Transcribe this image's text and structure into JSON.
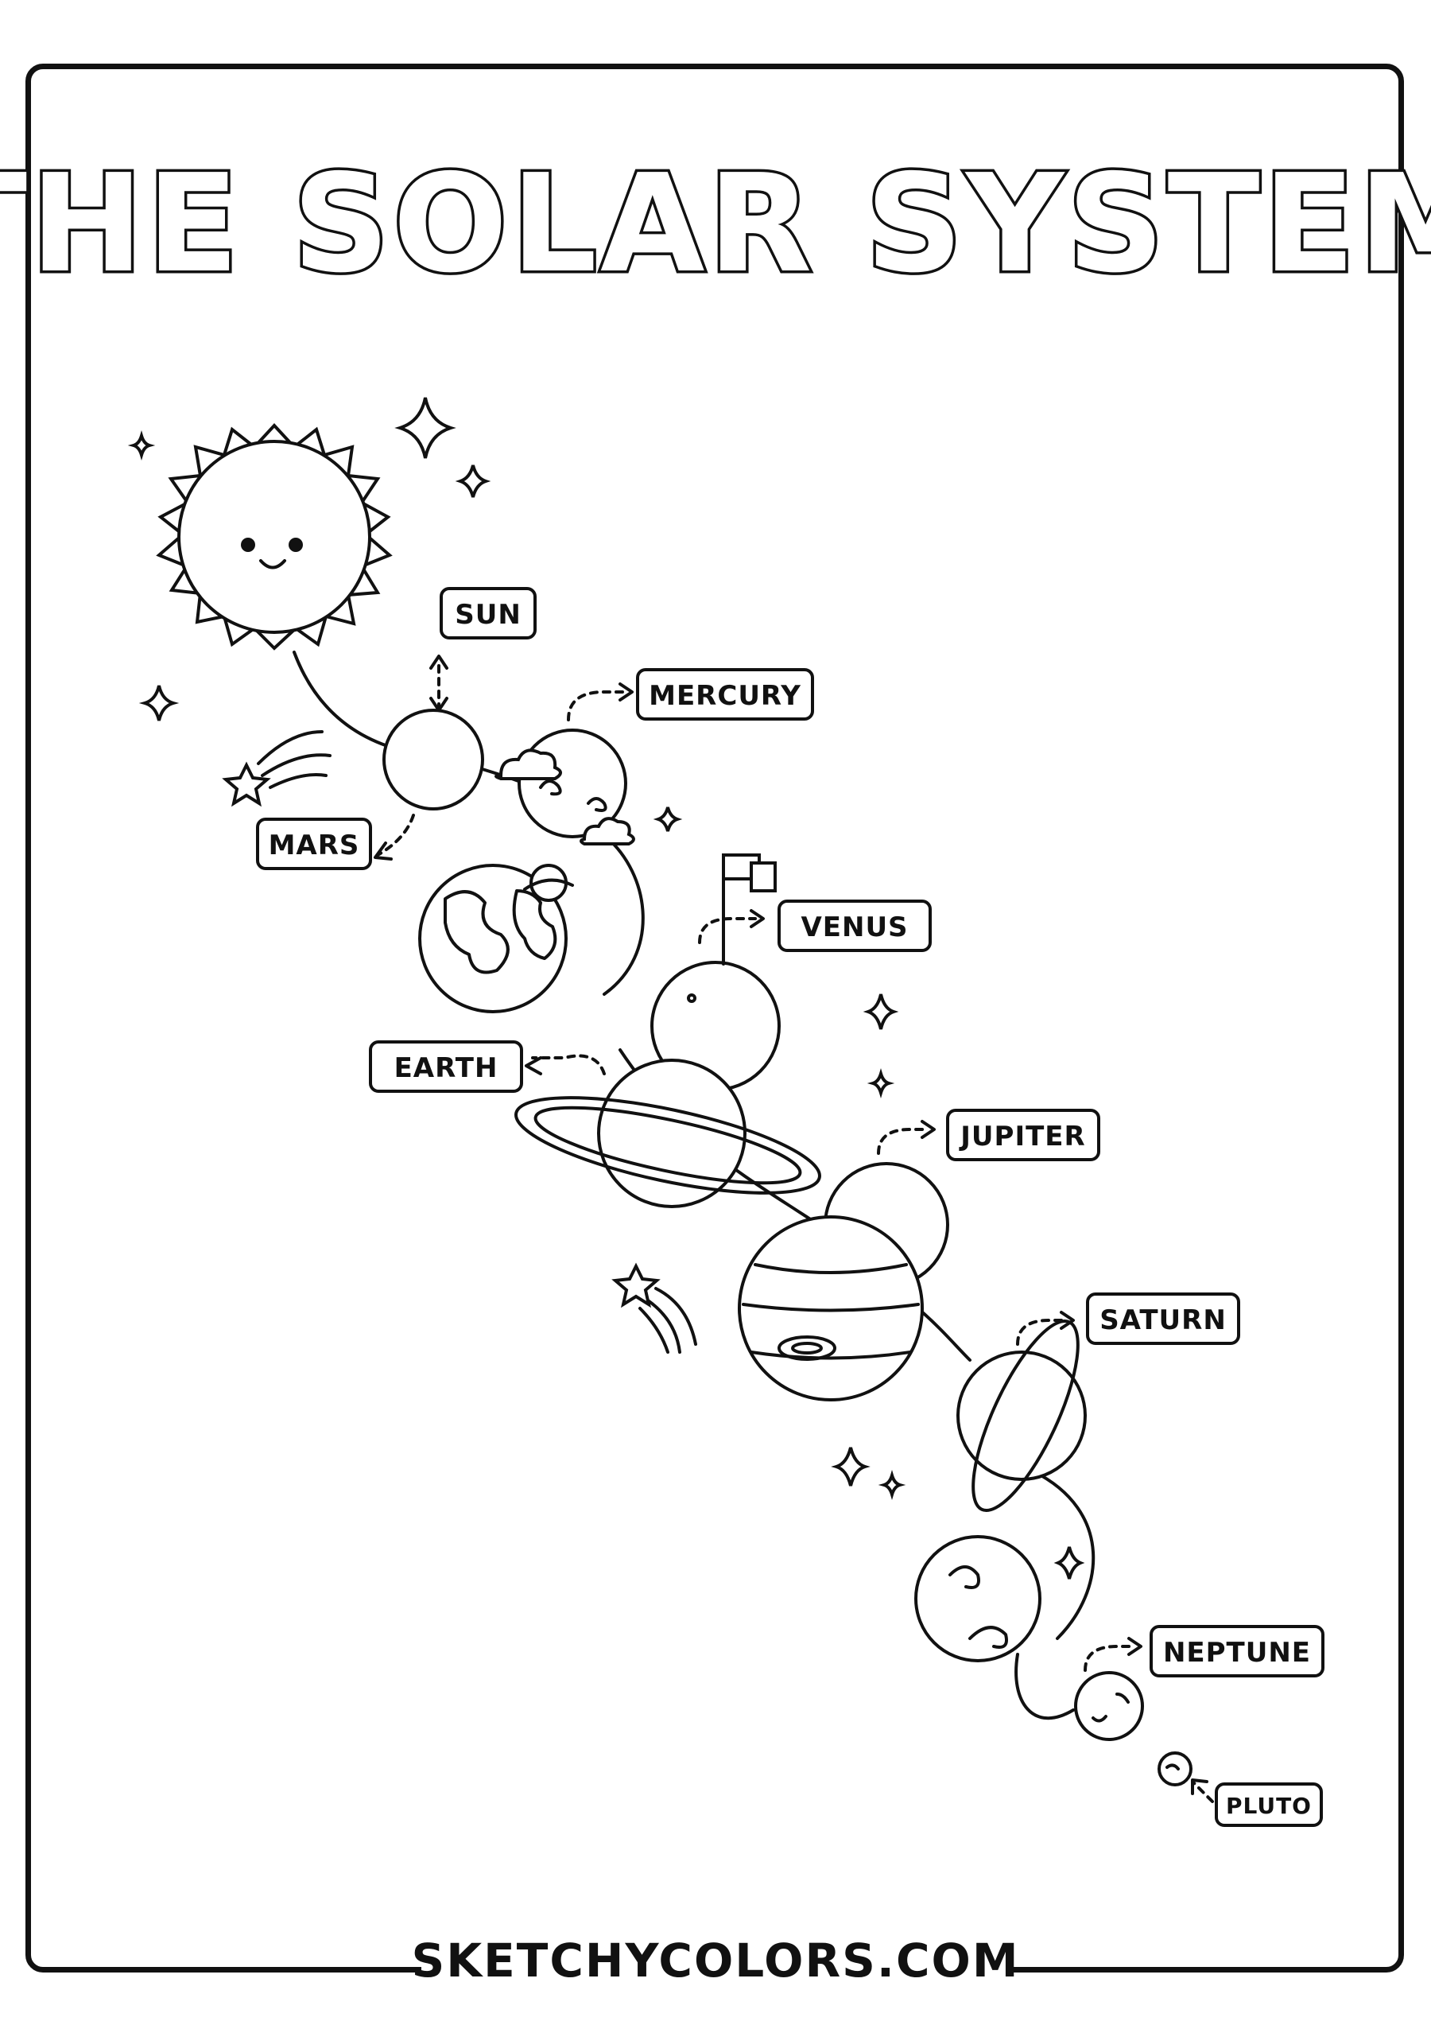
{
  "title": "THE SOLAR SYSTEM",
  "footer": "SKETCHYCOLORS.COM",
  "labels": {
    "sun": "SUN",
    "mercury": "MERCURY",
    "mars": "MARS",
    "venus": "VENUS",
    "earth": "EARTH",
    "jupiter": "JUPITER",
    "saturn": "SATURN",
    "neptune": "NEPTUNE",
    "pluto": "PLUTO"
  },
  "icons": [
    "sun-icon",
    "planet-icon",
    "star-sparkle-icon",
    "shooting-star-icon",
    "flag-icon",
    "cloud-icon",
    "arrow-icon"
  ],
  "colors": {
    "ink": "#111111",
    "paper": "#ffffff"
  }
}
